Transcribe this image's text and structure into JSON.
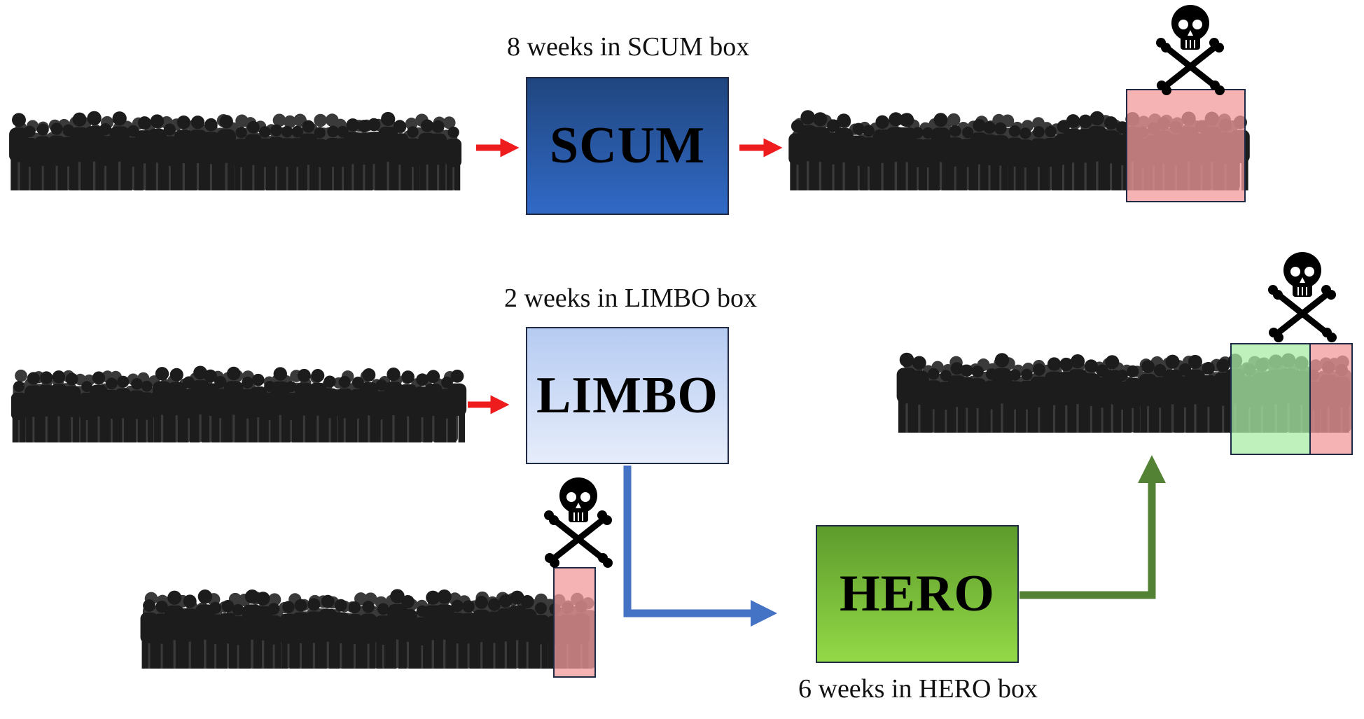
{
  "boxes": {
    "scum": {
      "label": "SCUM",
      "caption": "8 weeks in SCUM box"
    },
    "limbo": {
      "label": "LIMBO",
      "caption": "2 weeks in LIMBO box"
    },
    "hero": {
      "label": "HERO",
      "caption": "6 weeks in HERO box"
    }
  },
  "icons": [
    "skull-crossbones-icon",
    "crowd-silhouette",
    "red-arrow-icon",
    "blue-elbow-arrow",
    "green-elbow-arrow"
  ],
  "colors": {
    "scum_box": "#2a58a8",
    "limbo_box": "#cfdcf6",
    "hero_box": "#7cc13e",
    "removed_highlight": "#f4a3a3",
    "hero_highlight": "#b4eeb0",
    "red_arrow": "#ee1c1c",
    "blue_arrow": "#4472c4",
    "green_arrow": "#548235",
    "silhouette": "#1c1c1c"
  }
}
